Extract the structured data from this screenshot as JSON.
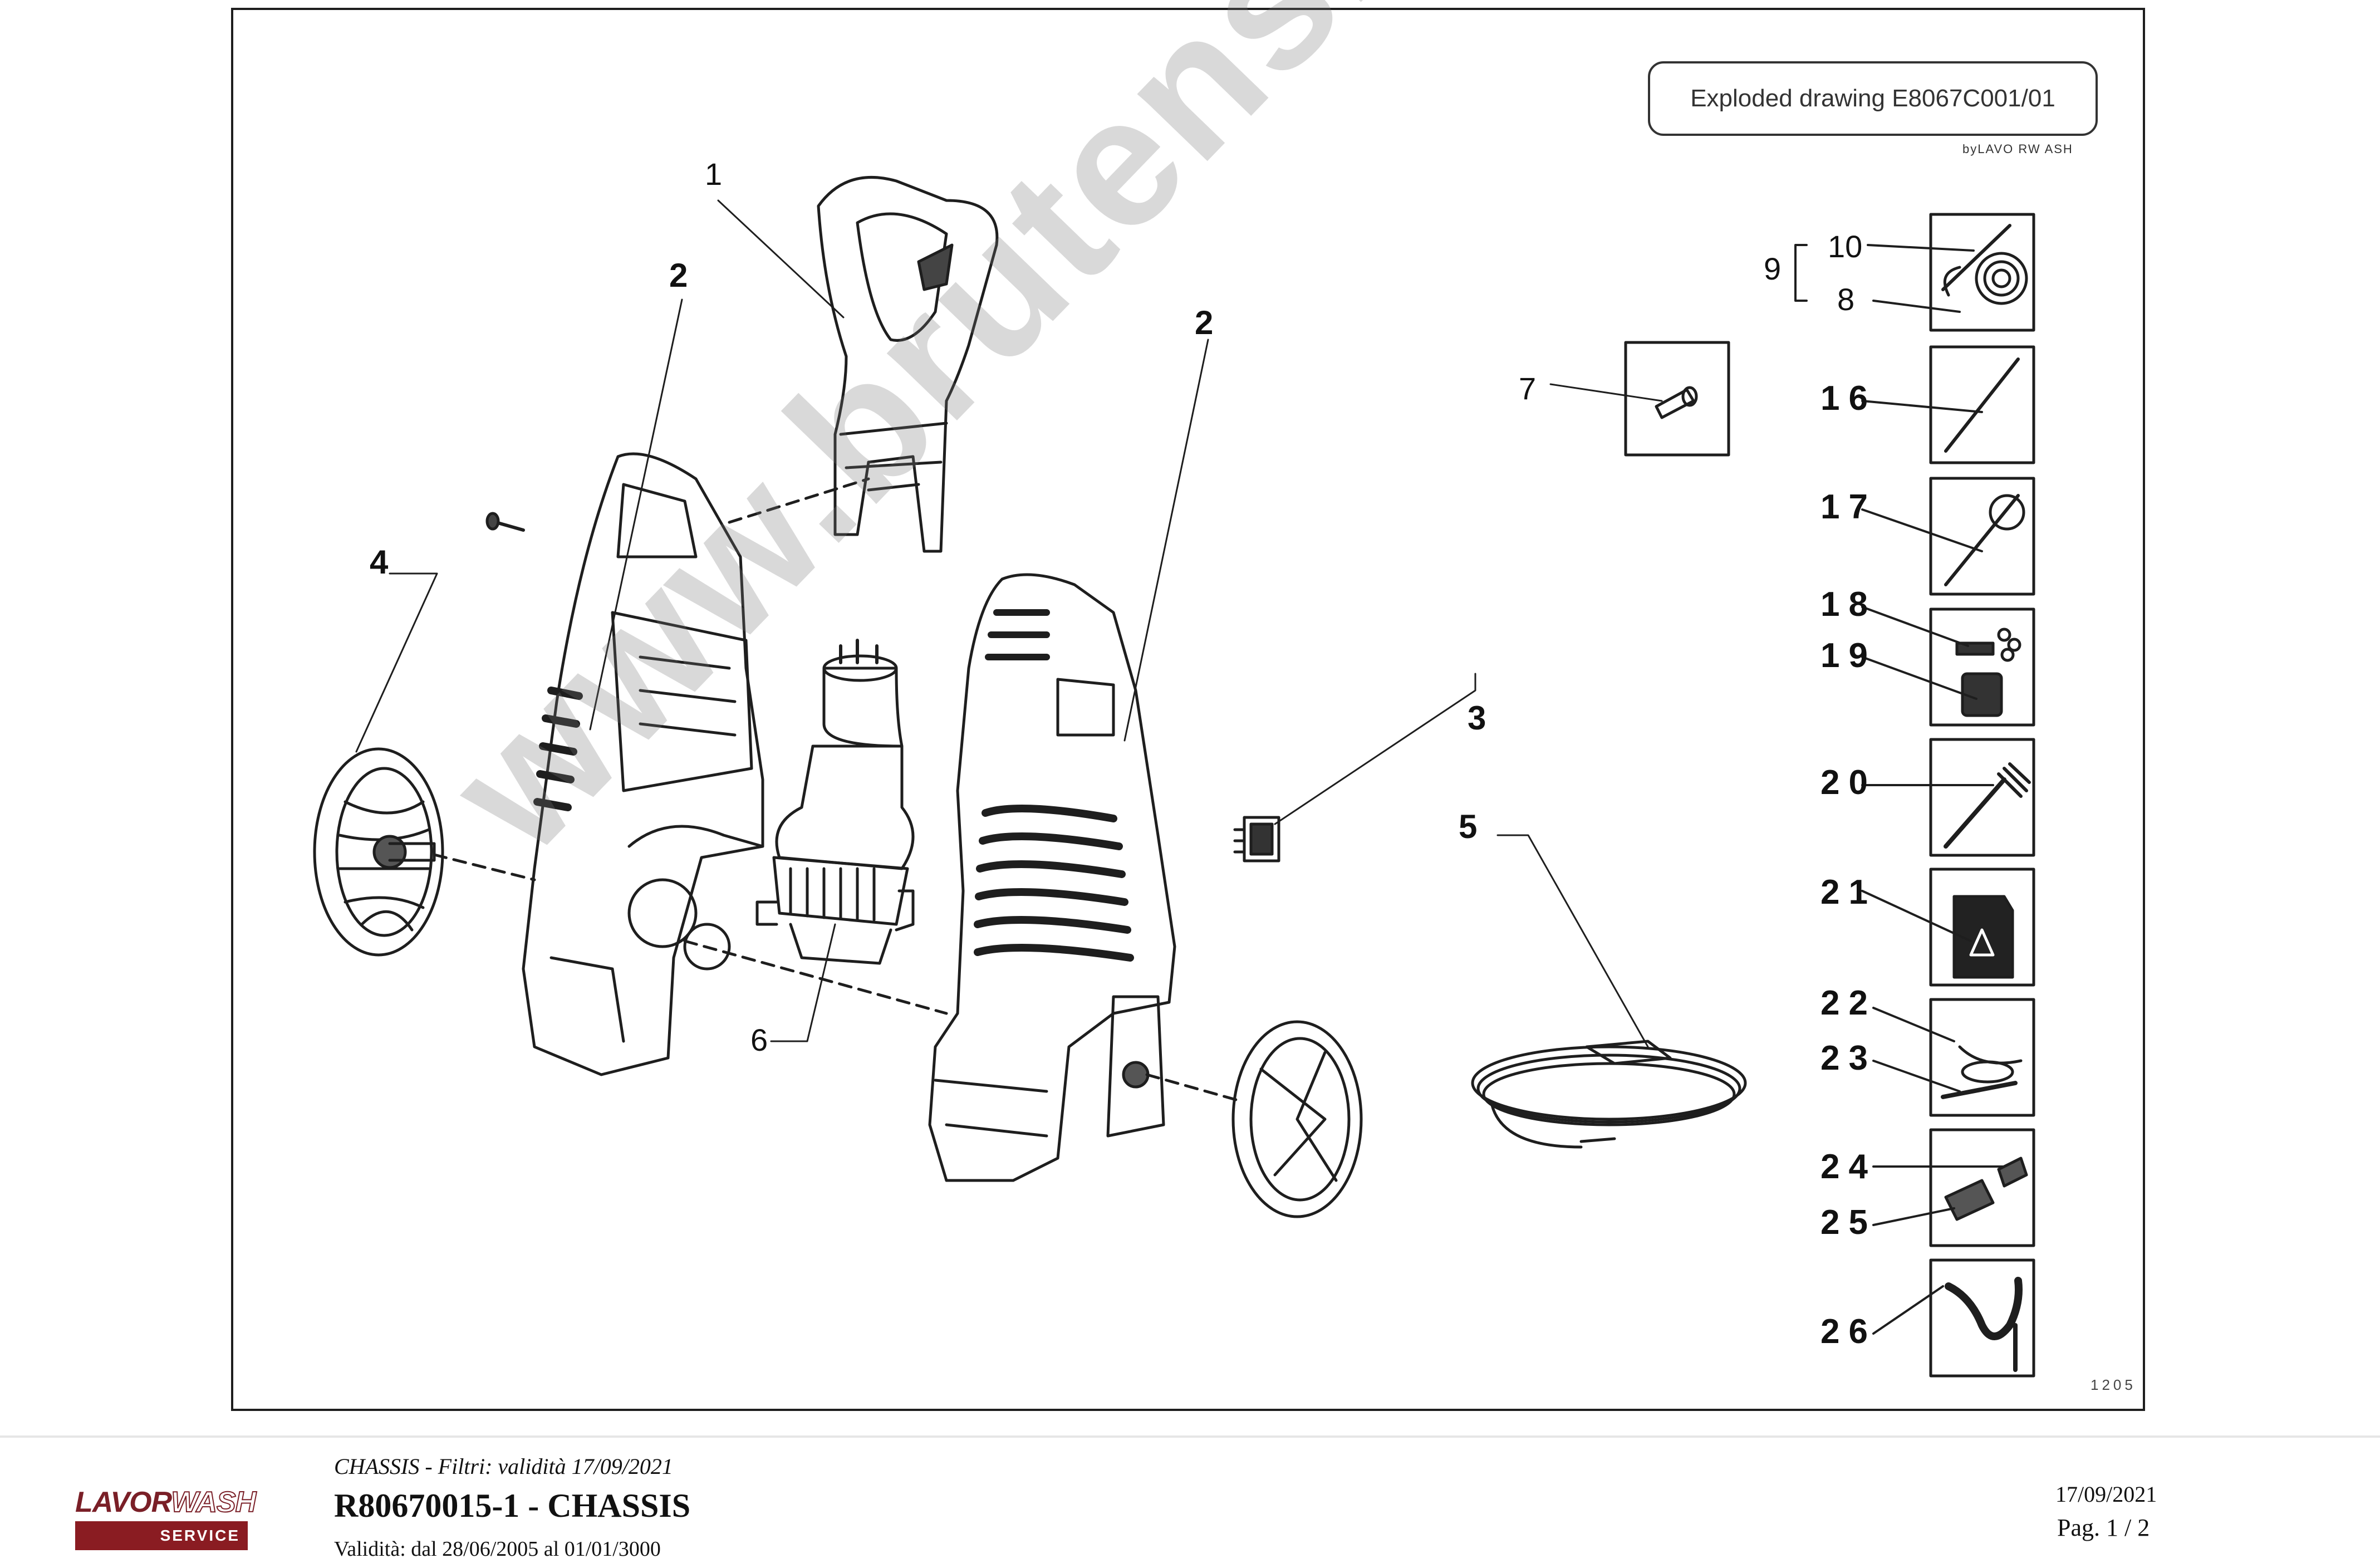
{
  "header": {
    "drawing_title": "Exploded drawing E8067C001/01",
    "maker": "byLAVO RW ASH",
    "sheet_code": "1205"
  },
  "labels": {
    "n1": "1",
    "n2a": "2",
    "n2b": "2",
    "n3": "3",
    "n4": "4",
    "n5": "5",
    "n6": "6",
    "n7": "7",
    "n8": "8",
    "n9": "9",
    "n10": "10",
    "n16": "16",
    "n17": "17",
    "n18": "18",
    "n19": "19",
    "n20": "20",
    "n21": "21",
    "n22": "22",
    "n23": "23",
    "n24": "24",
    "n25": "25",
    "n26": "26"
  },
  "icons": [
    "lance-hose-icon",
    "lance-icon",
    "rotating-nozzle-lance-icon",
    "foam-sprayer-icon",
    "detergent-bottle-icon",
    "brush-icon",
    "detergent-canister-icon",
    "drain-cleaning-kit-icon",
    "quick-coupling-icon",
    "suction-hose-icon",
    "switch-knob-icon"
  ],
  "watermark": "www.brutensili.com",
  "footer": {
    "logo_brand_a": "LAVOR",
    "logo_brand_b": "WASH",
    "logo_service": "SERVICE",
    "filter_line": "CHASSIS - Filtri: validità 17/09/2021",
    "part_title": "R80670015-1 - CHASSIS",
    "validity": "Validità: dal 28/06/2005 al 01/01/3000",
    "date": "17/09/2021",
    "page": "Pag. 1 / 2"
  },
  "colors": {
    "logo_red": "#8a1c22",
    "line": "#1e1e1e"
  }
}
